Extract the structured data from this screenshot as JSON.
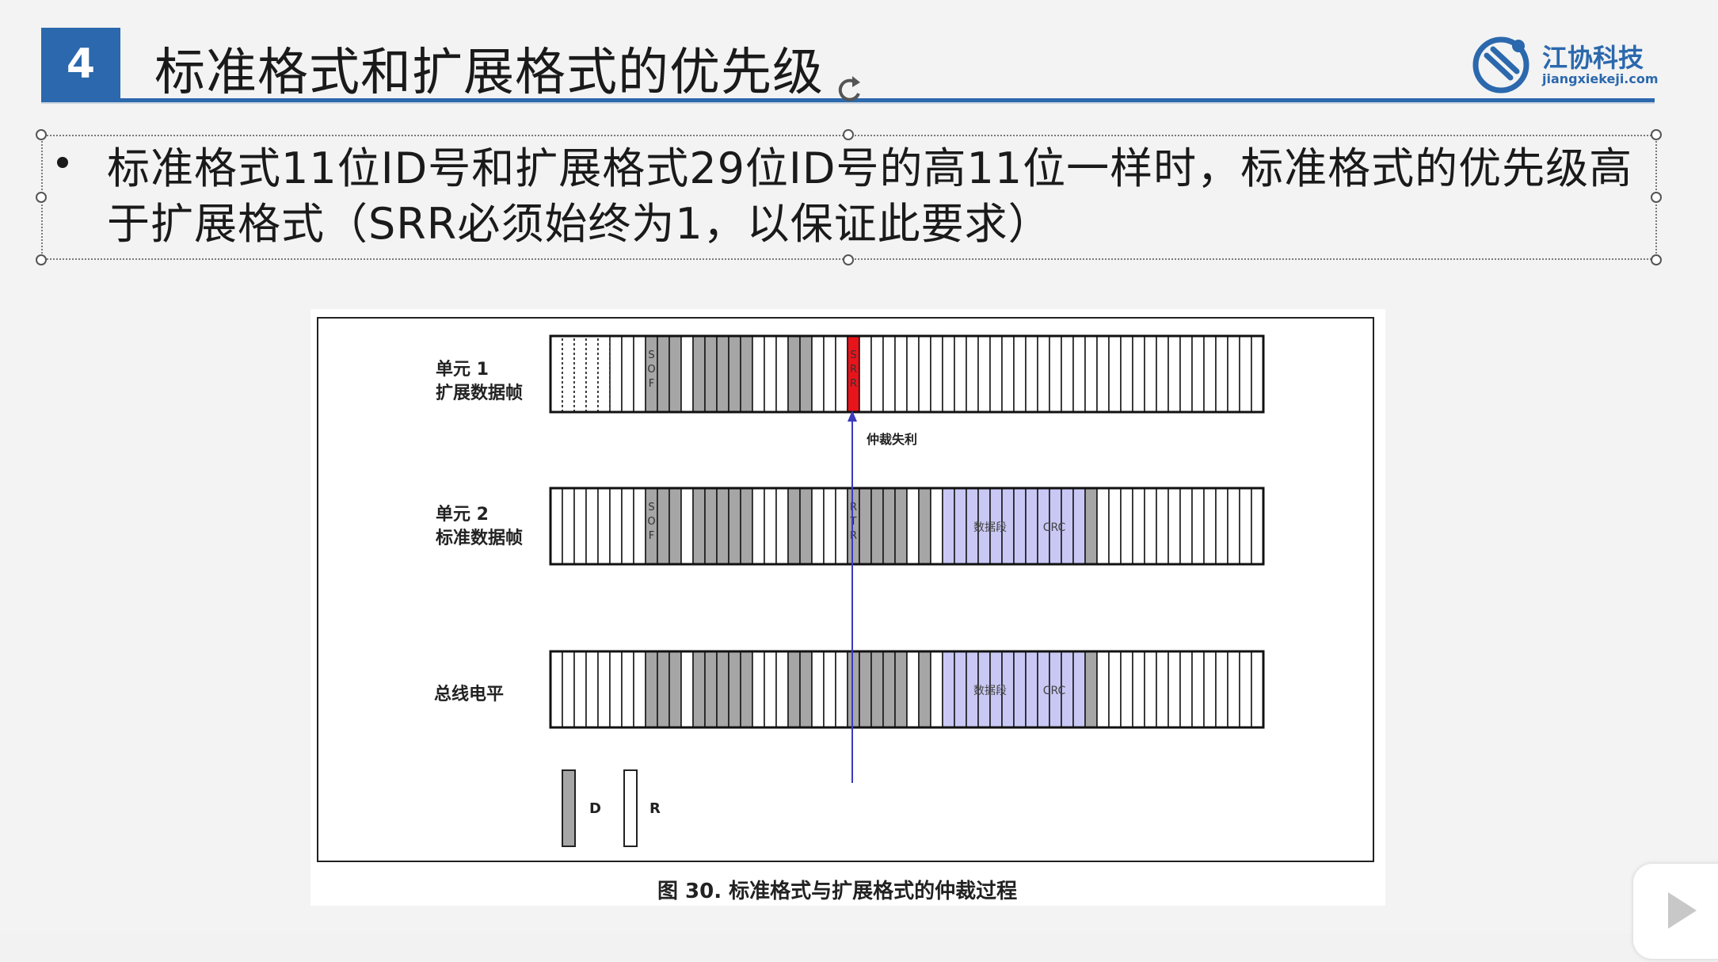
{
  "slide": {
    "number": "4",
    "title": "标准格式和扩展格式的优先级",
    "logo": {
      "name": "江协科技",
      "domain": "jiangxiekeji.com"
    },
    "bullet": "标准格式11位ID号和扩展格式29位ID号的高11位一样时，标准格式的优先级高于扩展格式（SRR必须始终为1，以保证此要求）"
  },
  "figure": {
    "rows": [
      {
        "label_line1": "单元 1",
        "label_line2": "扩展数据帧"
      },
      {
        "label_line1": "单元 2",
        "label_line2": "标准数据帧"
      },
      {
        "label_line1": "总线电平",
        "label_line2": ""
      }
    ],
    "field_labels": {
      "sof": "SOF",
      "srr": "SRR",
      "rtr": "RTR",
      "data": "数据段",
      "crc": "CRC"
    },
    "arbitration_label": "仲裁失利",
    "legend": {
      "dominant": "D",
      "recessive": "R"
    },
    "caption": "图 30.   标准格式与扩展格式的仲裁过程",
    "colors": {
      "dominant": "#a6a6a6",
      "srr": "#e8141c",
      "data_fill": "#c9c8f5",
      "arbitration_line": "#3b3bbd"
    }
  }
}
